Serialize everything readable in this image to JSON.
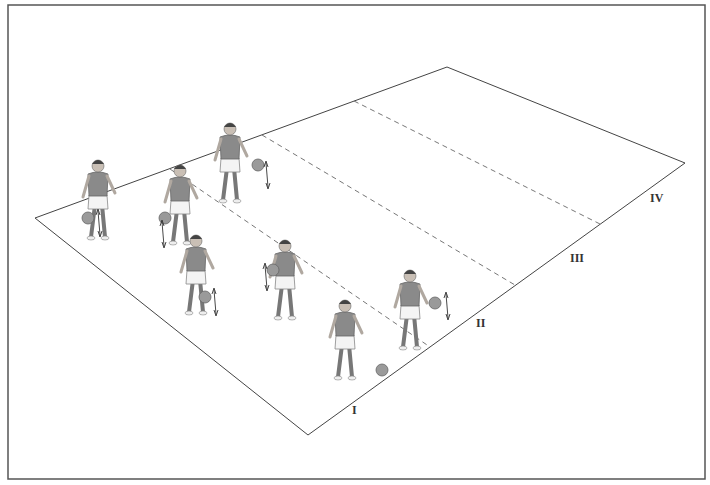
{
  "diagram": {
    "labels": [
      "I",
      "II",
      "III",
      "IV"
    ]
  }
}
